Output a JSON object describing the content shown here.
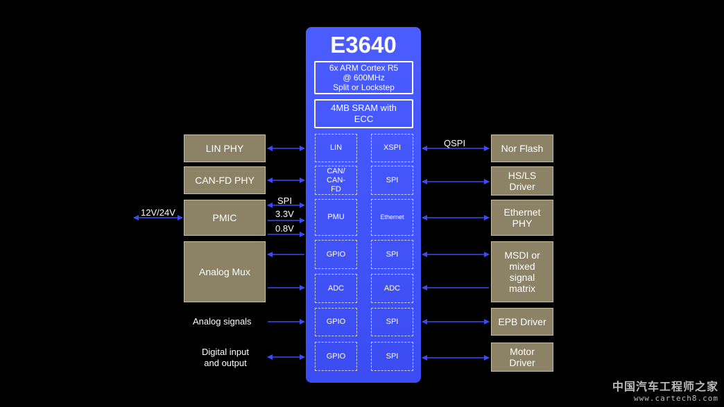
{
  "chip": {
    "name": "E3640",
    "core": [
      "6x ARM Cortex R5",
      "@ 600MHz",
      "Split or Lockstep"
    ],
    "sram": [
      "4MB SRAM with",
      "ECC"
    ]
  },
  "left_periphs": [
    "LIN",
    "CAN/\nCAN-\nFD",
    "PMU",
    "GPIO",
    "ADC",
    "GPIO",
    "GPIO"
  ],
  "right_periphs": [
    "XSPI",
    "SPI",
    "Ethernet",
    "SPI",
    "ADC",
    "SPI",
    "SPI"
  ],
  "left_boxes": [
    "LIN PHY",
    "CAN-FD PHY",
    "PMIC",
    "Analog Mux"
  ],
  "right_boxes": [
    "Nor Flash",
    "HS/LS\nDriver",
    "Ethernet\nPHY",
    "MSDI or\nmixed\nsignal\nmatrix",
    "EPB Driver",
    "Motor\nDriver"
  ],
  "labels": {
    "supply": "12V/24V",
    "spi": "SPI",
    "v33": "3.3V",
    "v08": "0.8V",
    "analog_signals": "Analog signals",
    "digital_io": "Digital input\nand output",
    "qspi": "QSPI"
  },
  "watermark": {
    "line1": "中国汽车工程师之家",
    "line2": "www.cartech8.com"
  },
  "colors": {
    "background": "#000000",
    "chip": "#4455f8",
    "box": "#8c8266",
    "arrow": "#3b4cf2"
  }
}
